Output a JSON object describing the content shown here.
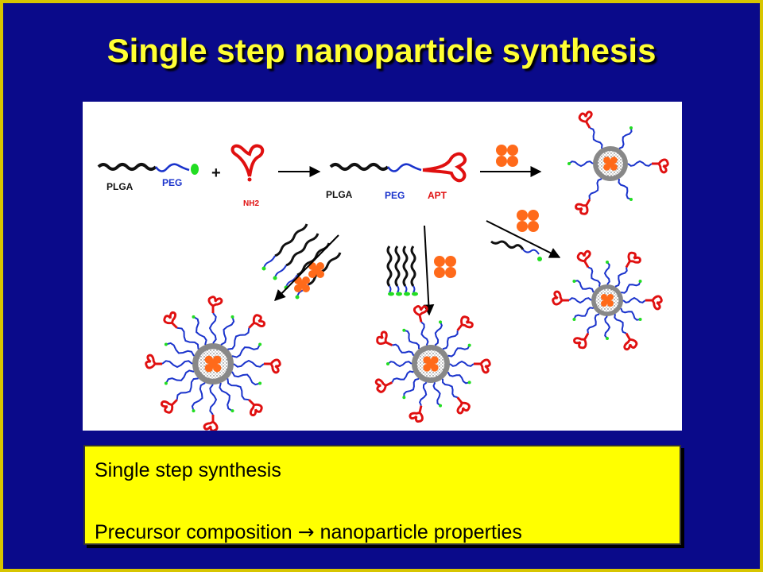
{
  "slide": {
    "title": "Single step nanoparticle synthesis"
  },
  "diagram": {
    "plga_label": "PLGA",
    "peg_label": "PEG",
    "plus": "+",
    "nh2_label": "NH2",
    "plga_label_2": "PLGA",
    "peg_label_2": "PEG",
    "apt_label": "APT"
  },
  "summary": {
    "line1": "Single step synthesis",
    "line2_a": "Precursor composition",
    "line2_arrow": "→",
    "line2_b": "nanoparticle properties"
  },
  "colors": {
    "background": "#0a0a8a",
    "border": "#d7c500",
    "title": "#ffff33",
    "plga": "#111111",
    "peg": "#1a33cc",
    "aptamer": "#e01010",
    "drug": "#ff6a1a",
    "end_group": "#22dd22",
    "core": "#888888"
  }
}
